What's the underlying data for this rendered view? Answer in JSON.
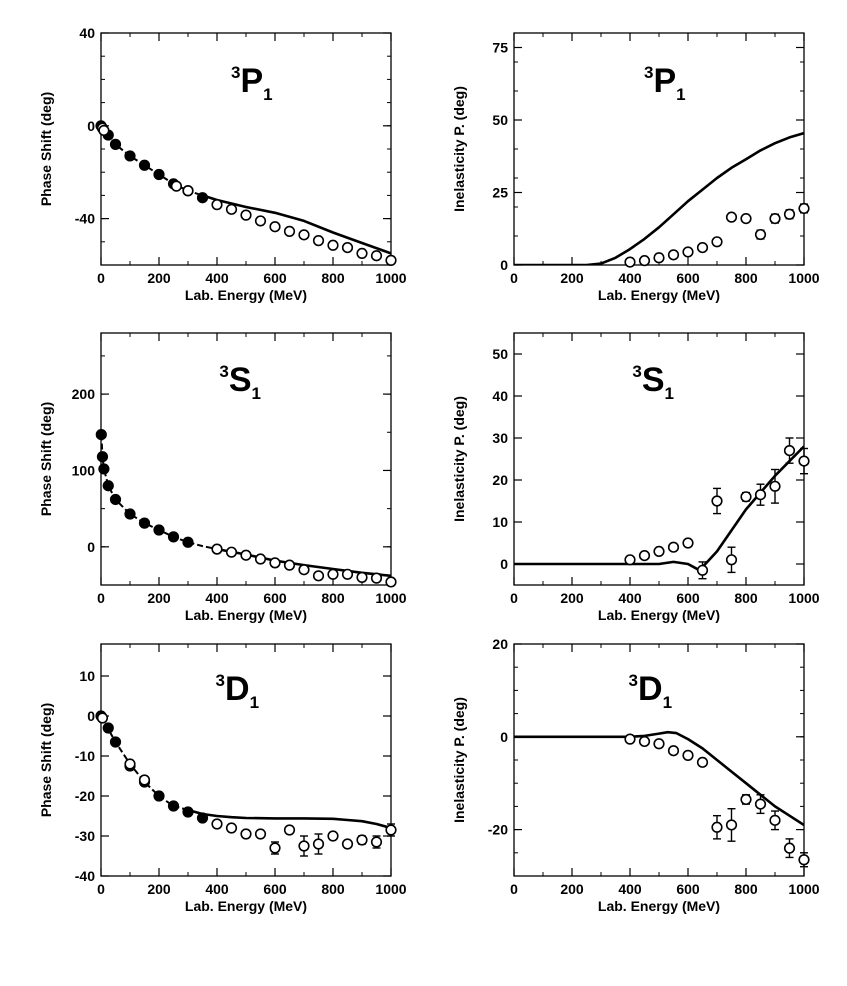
{
  "chart_data": [
    {
      "type": "scatter",
      "title": "3P1",
      "title_parts": {
        "sup": "3",
        "main": "P",
        "sub": "1"
      },
      "xlabel": "Lab. Energy (MeV)",
      "ylabel": "Phase Shift (deg)",
      "xlim": [
        0,
        1000
      ],
      "ylim": [
        -60,
        40
      ],
      "xticks": [
        0,
        200,
        400,
        600,
        800,
        1000
      ],
      "yticks": [
        40,
        0,
        -40
      ],
      "series": [
        {
          "kind": "points-filled",
          "x": [
            0,
            25,
            50,
            100,
            150,
            200,
            250,
            300,
            350
          ],
          "y": [
            0,
            -4,
            -8,
            -13,
            -17,
            -21,
            -25,
            -28,
            -31
          ]
        },
        {
          "kind": "points-open",
          "x": [
            5,
            10,
            260,
            300,
            400,
            450,
            500,
            550,
            600,
            650,
            700,
            750,
            800,
            850,
            900,
            950,
            1000
          ],
          "y": [
            -1,
            -2,
            -26,
            -28,
            -34,
            -36,
            -38.5,
            -41,
            -43.5,
            -45.5,
            -47,
            -49.5,
            -51.5,
            -52.5,
            -55,
            -56,
            -58
          ]
        },
        {
          "kind": "dashed-line",
          "x": [
            0,
            50,
            100,
            150,
            200,
            250,
            300,
            350
          ],
          "y": [
            0,
            -8,
            -13,
            -17,
            -21,
            -25,
            -28,
            -30
          ]
        },
        {
          "kind": "line",
          "x": [
            350,
            400,
            500,
            600,
            700,
            800,
            900,
            1000
          ],
          "y": [
            -30,
            -32,
            -35,
            -37.5,
            -41,
            -46,
            -50.5,
            -55
          ]
        }
      ]
    },
    {
      "type": "scatter",
      "title": "3P1",
      "title_parts": {
        "sup": "3",
        "main": "P",
        "sub": "1"
      },
      "xlabel": "Lab. Energy (MeV)",
      "ylabel": "Inelasticity P. (deg)",
      "xlim": [
        0,
        1000
      ],
      "ylim": [
        0,
        80
      ],
      "xticks": [
        0,
        200,
        400,
        600,
        800,
        1000
      ],
      "yticks": [
        75,
        50,
        25,
        0
      ],
      "series": [
        {
          "kind": "points-open",
          "x": [
            400,
            450,
            500,
            550,
            600,
            650,
            700,
            750,
            800,
            850,
            900,
            950,
            1000
          ],
          "y": [
            1,
            1.5,
            2.5,
            3.5,
            4.5,
            6,
            8,
            16.5,
            16,
            10.5,
            16,
            17.5,
            19.5
          ],
          "err": [
            0,
            0,
            0,
            0,
            0,
            0,
            0,
            1,
            1,
            1.5,
            1.5,
            1.5,
            1.5
          ]
        },
        {
          "kind": "line",
          "x": [
            0,
            250,
            300,
            350,
            400,
            450,
            500,
            550,
            600,
            650,
            700,
            750,
            800,
            850,
            900,
            950,
            1000
          ],
          "y": [
            0,
            0,
            0.5,
            2.5,
            5.5,
            9,
            13,
            17.5,
            22,
            26,
            30,
            33.5,
            36.5,
            39.5,
            42,
            44,
            45.5
          ]
        }
      ]
    },
    {
      "type": "scatter",
      "title": "3S1",
      "title_parts": {
        "sup": "3",
        "main": "S",
        "sub": "1"
      },
      "xlabel": "Lab. Energy (MeV)",
      "ylabel": "Phase Shift (deg)",
      "xlim": [
        0,
        1000
      ],
      "ylim": [
        -50,
        280
      ],
      "xticks": [
        0,
        200,
        400,
        600,
        800,
        1000
      ],
      "yticks": [
        200,
        100,
        0
      ],
      "series": [
        {
          "kind": "points-filled",
          "x": [
            1,
            5,
            10,
            25,
            50,
            100,
            150,
            200,
            250,
            300
          ],
          "y": [
            147,
            118,
            102,
            80,
            62,
            43,
            31,
            22,
            13,
            6
          ]
        },
        {
          "kind": "points-open",
          "x": [
            400,
            450,
            500,
            550,
            600,
            650,
            700,
            750,
            800,
            850,
            900,
            950,
            1000
          ],
          "y": [
            -3,
            -7,
            -11,
            -16,
            -21,
            -24,
            -30,
            -38,
            -36,
            -36,
            -40,
            -41,
            -46
          ]
        },
        {
          "kind": "dashed-line",
          "x": [
            1,
            5,
            10,
            25,
            50,
            100,
            150,
            200,
            250,
            300,
            350,
            400
          ],
          "y": [
            147,
            118,
            102,
            80,
            62,
            43,
            31,
            22,
            13,
            6,
            1,
            -3
          ]
        },
        {
          "kind": "line",
          "x": [
            400,
            500,
            600,
            700,
            800,
            900,
            1000
          ],
          "y": [
            -3,
            -10,
            -18,
            -24,
            -29,
            -34,
            -38
          ]
        }
      ]
    },
    {
      "type": "scatter",
      "title": "3S1",
      "title_parts": {
        "sup": "3",
        "main": "S",
        "sub": "1"
      },
      "xlabel": "Lab. Energy (MeV)",
      "ylabel": "Inelasticity P. (deg)",
      "xlim": [
        0,
        1000
      ],
      "ylim": [
        -5,
        55
      ],
      "xticks": [
        0,
        200,
        400,
        600,
        800,
        1000
      ],
      "yticks": [
        50,
        40,
        30,
        20,
        10,
        0
      ],
      "series": [
        {
          "kind": "points-open",
          "x": [
            400,
            450,
            500,
            550,
            600,
            650,
            700,
            750,
            800,
            850,
            900,
            950,
            1000
          ],
          "y": [
            1,
            2,
            3,
            4,
            5,
            -1.5,
            15,
            1,
            16,
            16.5,
            18.5,
            27,
            24.5
          ],
          "err": [
            0,
            0,
            0,
            0,
            0,
            2,
            3,
            3,
            1,
            2.5,
            4,
            3,
            3
          ]
        },
        {
          "kind": "line",
          "x": [
            0,
            400,
            500,
            550,
            600,
            640,
            700,
            750,
            800,
            850,
            900,
            950,
            1000
          ],
          "y": [
            0,
            0,
            0,
            0.5,
            0,
            -1.5,
            3,
            8,
            13,
            17,
            21,
            24.5,
            28
          ]
        }
      ]
    },
    {
      "type": "scatter",
      "title": "3D1",
      "title_parts": {
        "sup": "3",
        "main": "D",
        "sub": "1"
      },
      "xlabel": "Lab. Energy (MeV)",
      "ylabel": "Phase Shift (deg)",
      "xlim": [
        0,
        1000
      ],
      "ylim": [
        -40,
        18
      ],
      "xticks": [
        0,
        200,
        400,
        600,
        800,
        1000
      ],
      "yticks": [
        10,
        0,
        -10,
        -20,
        -30,
        -40
      ],
      "series": [
        {
          "kind": "points-filled",
          "x": [
            0,
            25,
            50,
            100,
            150,
            200,
            250,
            300,
            350
          ],
          "y": [
            0,
            -3,
            -6.5,
            -12.5,
            -16.5,
            -20,
            -22.5,
            -24,
            -25.5
          ]
        },
        {
          "kind": "points-open",
          "x": [
            5,
            100,
            150,
            400,
            450,
            500,
            550,
            600,
            650,
            700,
            750,
            800,
            850,
            900,
            950,
            1000
          ],
          "y": [
            -0.5,
            -12,
            -16,
            -27,
            -28,
            -29.5,
            -29.5,
            -33,
            -28.5,
            -32.5,
            -32,
            -30,
            -32,
            -31,
            -31.5,
            -28.5
          ],
          "err": [
            0,
            0,
            0,
            0,
            0,
            0,
            0,
            1.5,
            0,
            2.5,
            2.5,
            0,
            0,
            1,
            1.5,
            1.5
          ]
        },
        {
          "kind": "dashed-line",
          "x": [
            0,
            50,
            100,
            150,
            200,
            250,
            300
          ],
          "y": [
            0,
            -6.5,
            -12,
            -16.5,
            -20,
            -22.5,
            -23.5
          ]
        },
        {
          "kind": "line",
          "x": [
            300,
            350,
            400,
            450,
            500,
            600,
            700,
            800,
            850,
            900,
            950,
            1000
          ],
          "y": [
            -23.5,
            -24.5,
            -25,
            -25.3,
            -25.5,
            -25.6,
            -25.6,
            -25.7,
            -26,
            -26.3,
            -27,
            -28
          ]
        }
      ]
    },
    {
      "type": "scatter",
      "title": "3D1",
      "title_parts": {
        "sup": "3",
        "main": "D",
        "sub": "1"
      },
      "xlabel": "Lab. Energy (MeV)",
      "ylabel": "Inelasticity P. (deg)",
      "xlim": [
        0,
        1000
      ],
      "ylim": [
        -30,
        20
      ],
      "xticks": [
        0,
        200,
        400,
        600,
        800,
        1000
      ],
      "yticks": [
        20,
        0,
        -20
      ],
      "series": [
        {
          "kind": "points-open",
          "x": [
            400,
            450,
            500,
            550,
            600,
            650,
            700,
            750,
            800,
            850,
            900,
            950,
            1000
          ],
          "y": [
            -0.5,
            -1,
            -1.5,
            -3,
            -4,
            -5.5,
            -19.5,
            -19,
            -13.5,
            -14.5,
            -18,
            -24,
            -26.5
          ],
          "err": [
            0,
            0,
            0,
            0,
            0,
            0,
            2.5,
            3.5,
            1,
            2,
            2,
            2,
            1.5
          ]
        },
        {
          "kind": "line",
          "x": [
            0,
            400,
            450,
            500,
            530,
            560,
            600,
            650,
            700,
            750,
            800,
            850,
            900,
            950,
            1000
          ],
          "y": [
            0,
            0,
            0.2,
            0.7,
            1,
            0.8,
            -0.5,
            -2.5,
            -5,
            -7.5,
            -10,
            -12.5,
            -15,
            -17,
            -19
          ]
        }
      ]
    }
  ]
}
